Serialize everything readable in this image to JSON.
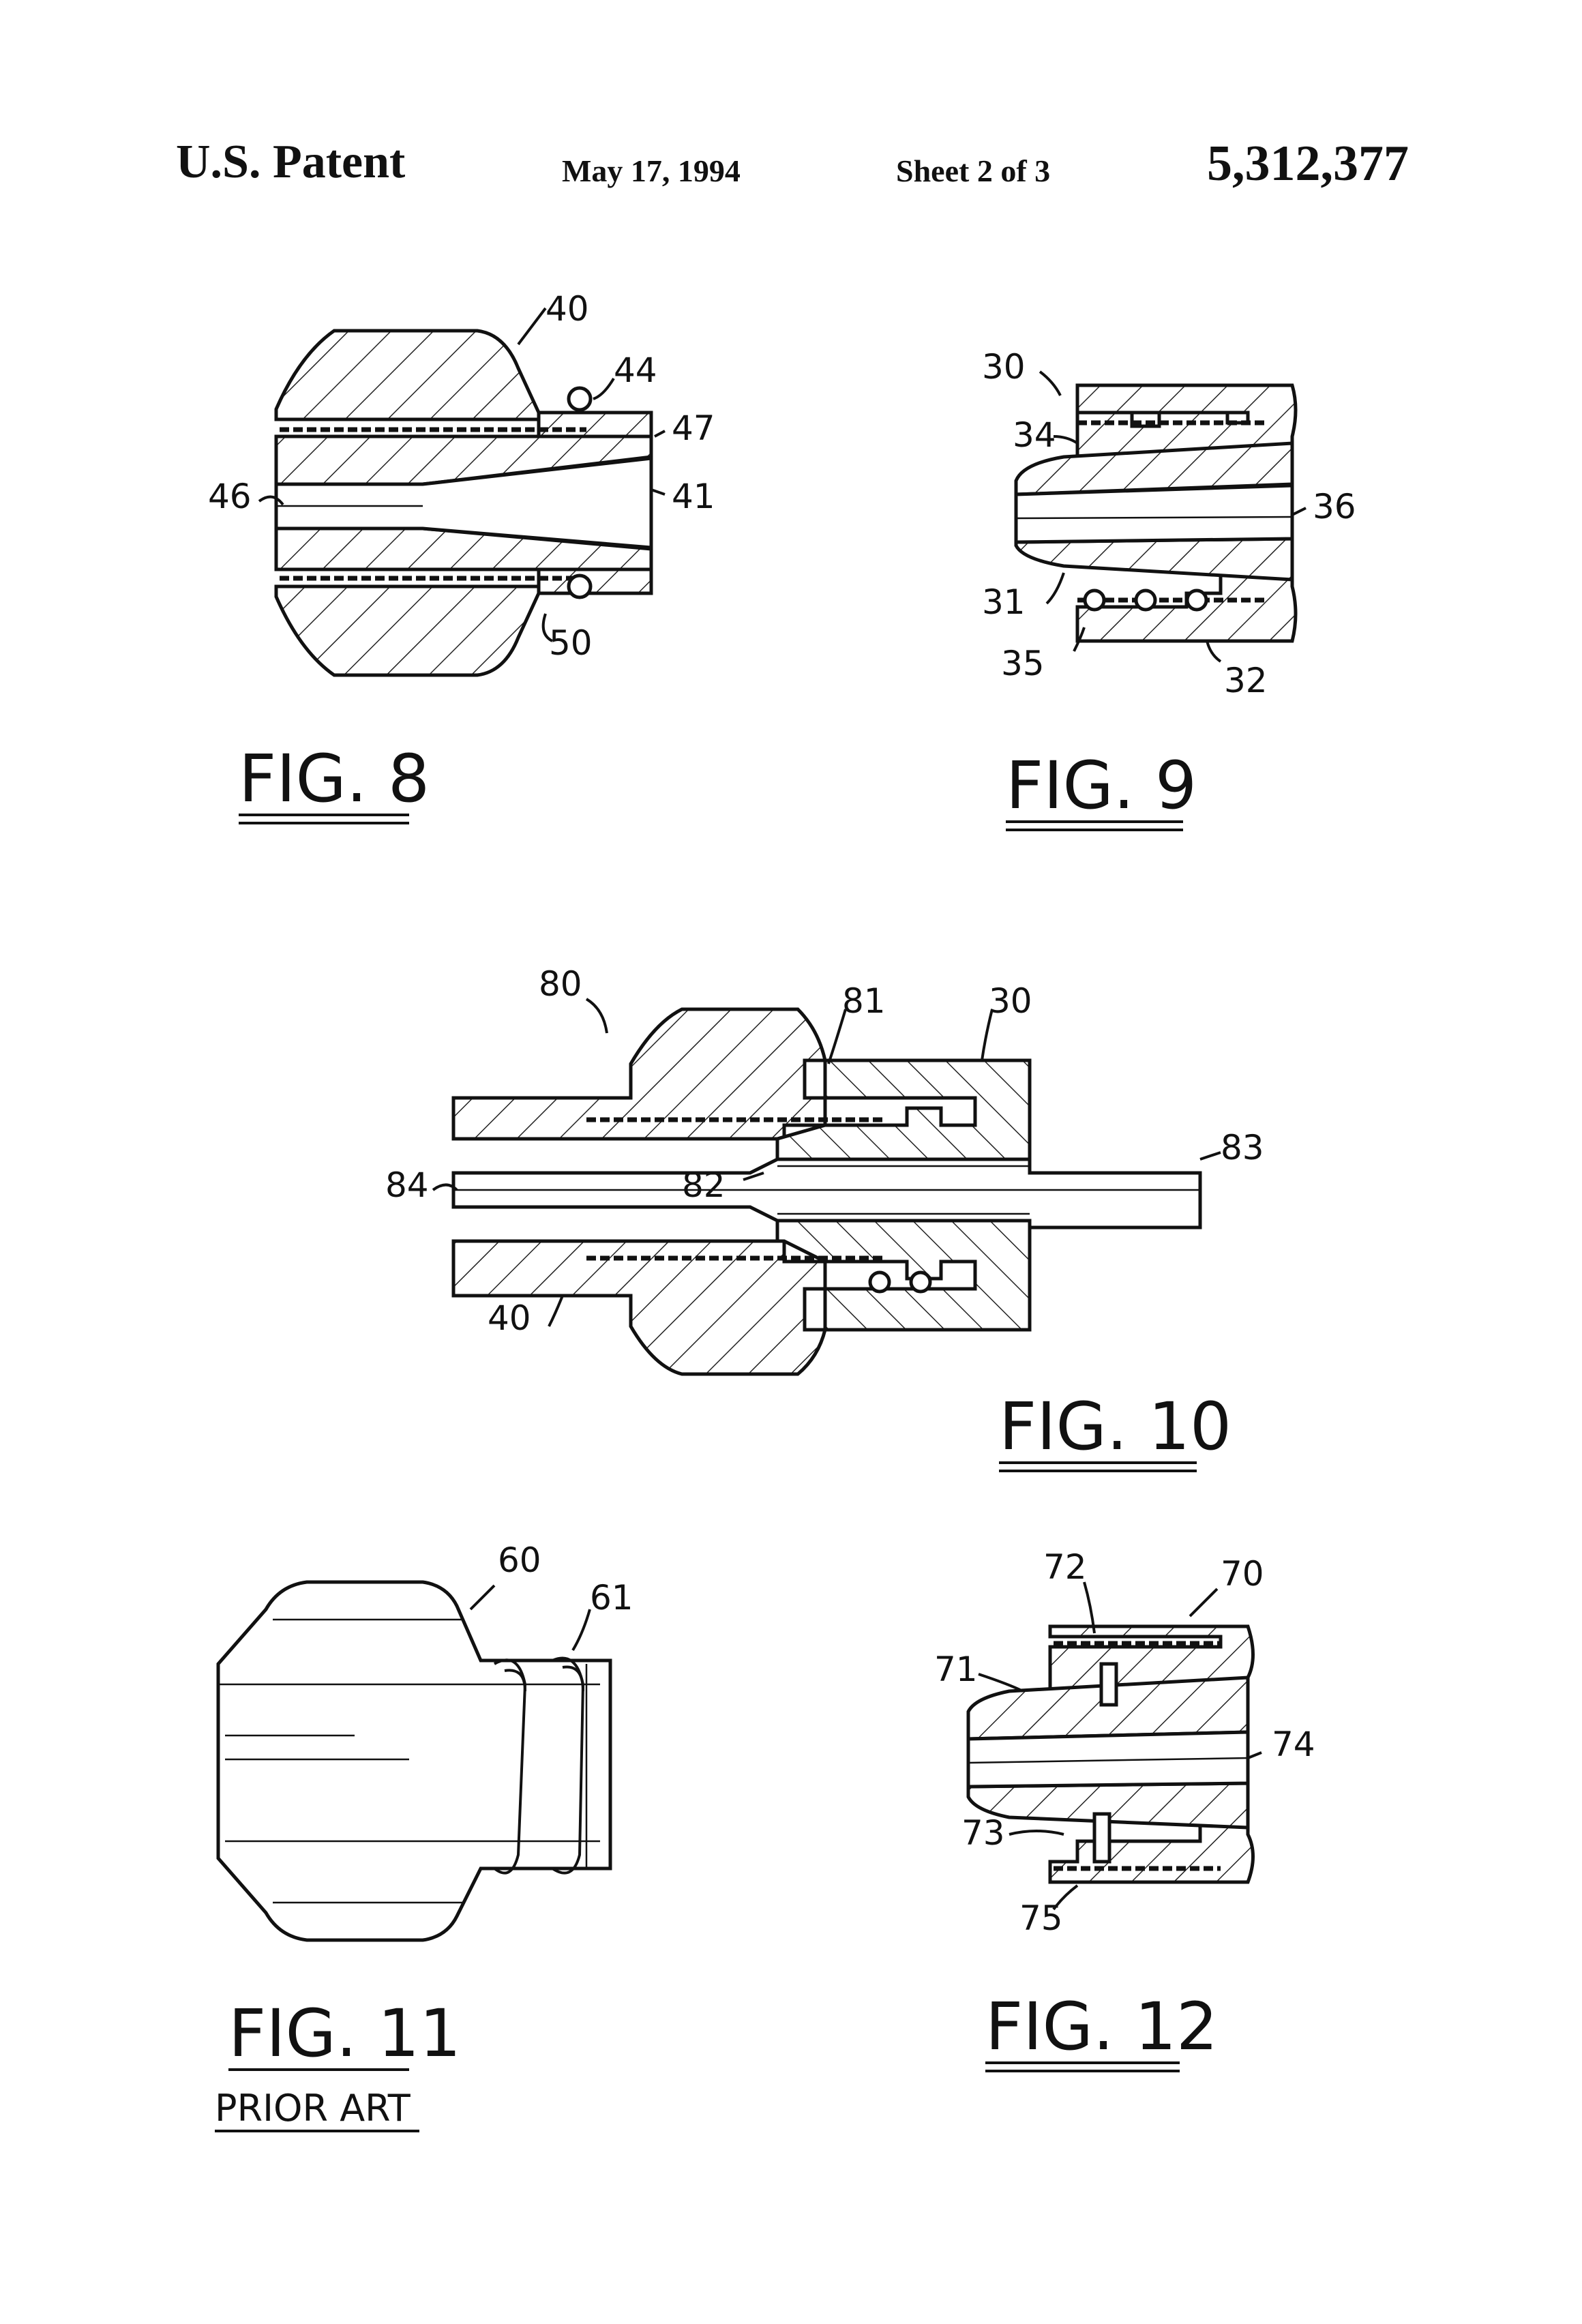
{
  "header": {
    "title": "U.S. Patent",
    "date": "May 17, 1994",
    "sheet": "Sheet 2 of 3",
    "patent_number": "5,312,377"
  },
  "figures": {
    "fig8": {
      "label": "FIG. 8",
      "refs": {
        "r40": "40",
        "r44": "44",
        "r47": "47",
        "r41": "41",
        "r46": "46",
        "r50": "50"
      }
    },
    "fig9": {
      "label": "FIG. 9",
      "refs": {
        "r30": "30",
        "r34": "34",
        "r36": "36",
        "r31": "31",
        "r35": "35",
        "r32": "32"
      }
    },
    "fig10": {
      "label": "FIG. 10",
      "refs": {
        "r80": "80",
        "r81": "81",
        "r30": "30",
        "r83": "83",
        "r84": "84",
        "r82": "82",
        "r40": "40"
      }
    },
    "fig11": {
      "label": "FIG. 11",
      "sublabel": "PRIOR ART",
      "refs": {
        "r60": "60",
        "r61": "61"
      }
    },
    "fig12": {
      "label": "FIG. 12",
      "refs": {
        "r70": "70",
        "r72": "72",
        "r71": "71",
        "r74": "74",
        "r73": "73",
        "r75": "75"
      }
    }
  }
}
